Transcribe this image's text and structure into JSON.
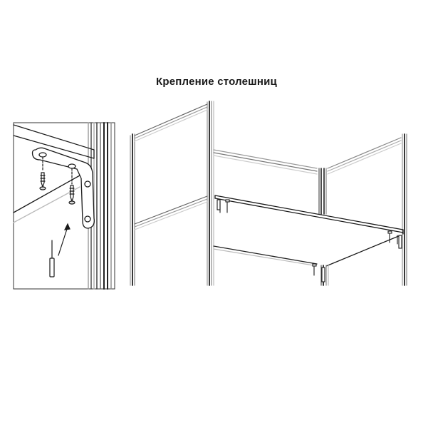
{
  "title": "Крепление столешниц",
  "figure": {
    "detail_inset": {
      "label": "bracket-detail",
      "parts": [
        "corner-bracket",
        "screw",
        "screw",
        "screwdriver",
        "direction-arrow",
        "frame-profile",
        "tabletop"
      ]
    },
    "main_assembly": {
      "label": "partition-frame-with-tabletop",
      "parts": [
        "left-panel",
        "back-panel",
        "right-panel",
        "tabletop",
        "brackets",
        "screws"
      ]
    }
  },
  "colors": {
    "line": "#1a1a1a",
    "profile": "#555555",
    "light_line": "#b0b0b0",
    "background": "#ffffff"
  }
}
